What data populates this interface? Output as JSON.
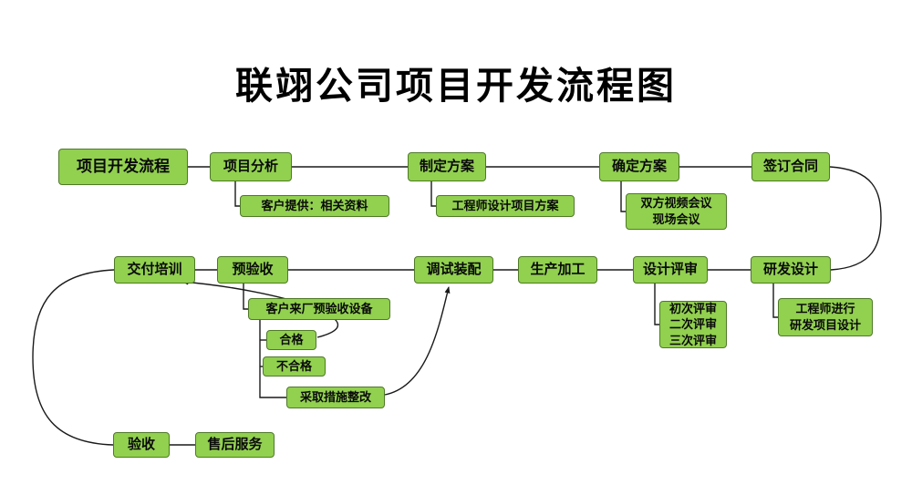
{
  "title": "联翊公司项目开发流程图",
  "colors": {
    "box_fill": "#92D050",
    "box_border": "#4E7A27",
    "line": "#1a1a1a"
  },
  "nodes": {
    "project_dev_process": "项目开发流程",
    "project_analysis": "项目分析",
    "make_plan": "制定方案",
    "confirm_plan": "确定方案",
    "sign_contract": "签订合同",
    "customer_materials": "客户提供：相关资料",
    "engineer_design_plan": "工程师设计项目方案",
    "meetings": "双方视频会议\n现场会议",
    "delivery_training": "交付培训",
    "pre_acceptance": "预验收",
    "debug_assembly": "调试装配",
    "production": "生产加工",
    "design_review": "设计评审",
    "rd_design": "研发设计",
    "customer_factory_acceptance": "客户来厂预验收设备",
    "qualified": "合格",
    "unqualified": "不合格",
    "corrective_action": "采取措施整改",
    "review_rounds": "初次评审\n二次评审\n三次评审",
    "engineer_rd": "工程师进行\n研发项目设计",
    "acceptance": "验收",
    "after_sales": "售后服务"
  }
}
